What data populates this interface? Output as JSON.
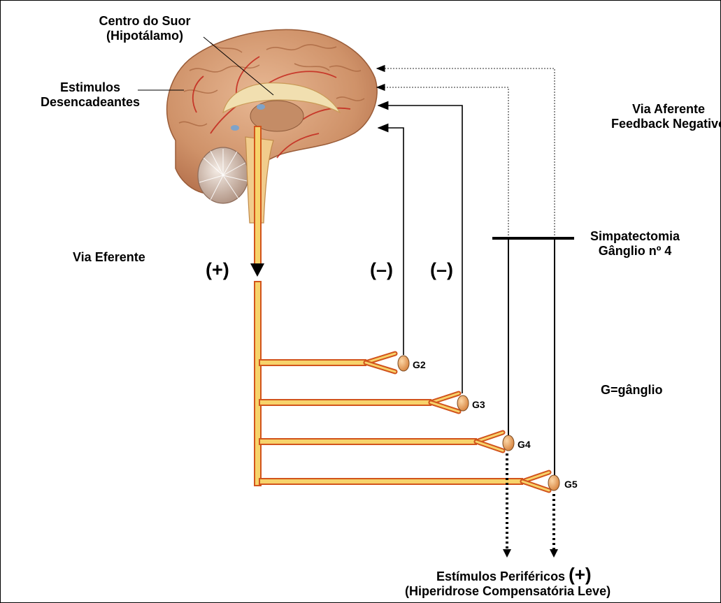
{
  "labels": {
    "sweat_center_line1": "Centro do Suor",
    "sweat_center_line2": "(Hipotálamo)",
    "stimuli_line1": "Estimulos",
    "stimuli_line2": "Desencadeantes",
    "afferent_line1": "Via Aferente",
    "afferent_line2": "Feedback Negativo",
    "efferent": "Via Eferente",
    "sympathectomy_line1": "Simpatectomia",
    "sympathectomy_line2": "Gânglio nº 4",
    "legend_ganglion": "G=gânglio",
    "peripheral_prefix": "Estímulos Periféricos",
    "peripheral_plus": "(+)",
    "compensatory": "(Hiperidrose Compensatória Leve)"
  },
  "signs": {
    "efferent_sign": "(+)",
    "feedback_sign_1": "(–)",
    "feedback_sign_2": "(–)"
  },
  "ganglia": [
    {
      "label": "G2"
    },
    {
      "label": "G3"
    },
    {
      "label": "G4"
    },
    {
      "label": "G5"
    }
  ],
  "colors": {
    "nerve_fill": "#f7d36b",
    "nerve_border": "#d2541c",
    "ganglion": "#e9a25c",
    "brain": "#d9a07a",
    "line": "#000000"
  }
}
